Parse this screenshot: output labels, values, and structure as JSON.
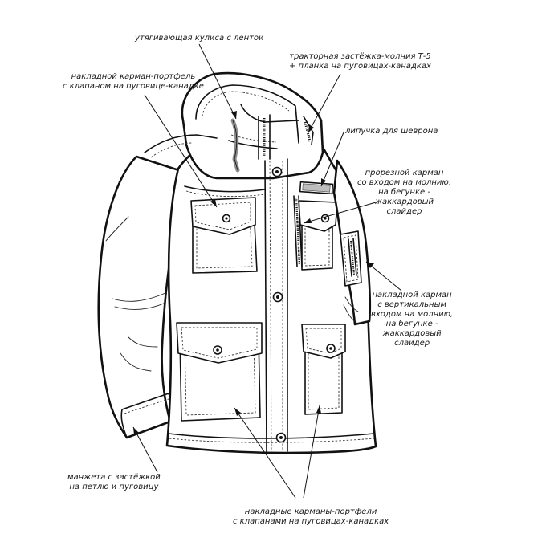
{
  "annotations": [
    {
      "id": "drawstring",
      "lines": [
        "утягивающая кулиса с лентой"
      ]
    },
    {
      "id": "chest-pocket-left",
      "lines": [
        "накладной карман-портфель",
        "с клапаном на пуговице-канадке"
      ]
    },
    {
      "id": "zipper",
      "lines": [
        "тракторная застёжка-молния Т-5",
        "+ планка на пуговицах-канадках"
      ]
    },
    {
      "id": "velcro",
      "lines": [
        "липучка для шеврона"
      ]
    },
    {
      "id": "welt-pocket",
      "lines": [
        "прорезной карман",
        "со входом на молнию,",
        "на бегунке -",
        "жаккардовый",
        "слайдер"
      ]
    },
    {
      "id": "sleeve-pocket",
      "lines": [
        "накладной карман",
        "с вертикальным",
        "входом на молнию,",
        "на бегунке -",
        "жаккардовый",
        "слайдер"
      ]
    },
    {
      "id": "cuff",
      "lines": [
        "манжета с застёжкой",
        "на петлю и пуговицу"
      ]
    },
    {
      "id": "lower-pockets",
      "lines": [
        "накладные карманы-портфели",
        "с клапанами на пуговицах-канадках"
      ]
    }
  ],
  "colors": {
    "line": "#111111",
    "drawstring": "#8c8c8c",
    "background": "#ffffff"
  }
}
